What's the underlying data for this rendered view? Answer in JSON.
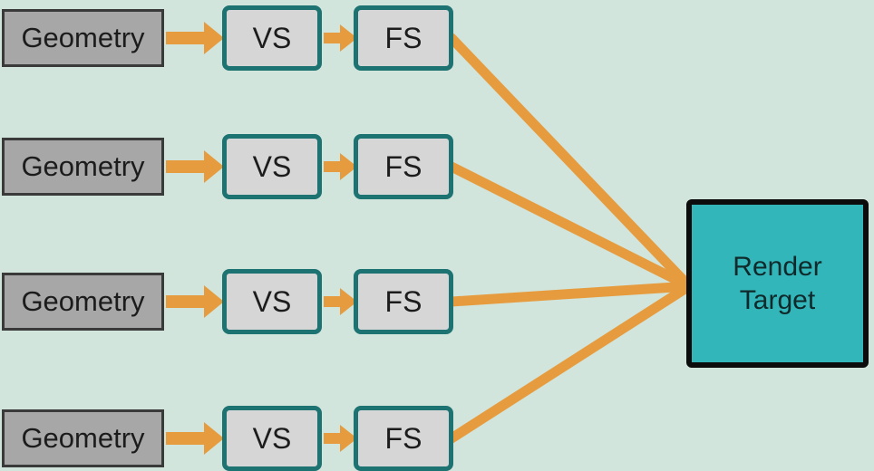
{
  "diagram": {
    "description": "Parallel rendering pipeline diagram: four geometry streams pass through vertex and fragment shaders into one render target",
    "rows": [
      {
        "geometry_label": "Geometry",
        "vs_label": "VS",
        "fs_label": "FS"
      },
      {
        "geometry_label": "Geometry",
        "vs_label": "VS",
        "fs_label": "FS"
      },
      {
        "geometry_label": "Geometry",
        "vs_label": "VS",
        "fs_label": "FS"
      },
      {
        "geometry_label": "Geometry",
        "vs_label": "VS",
        "fs_label": "FS"
      }
    ],
    "render_target": {
      "label": "Render\nTarget"
    },
    "colors": {
      "background": "#d2e5dc",
      "arrow": "#e69c3e",
      "geometry_fill": "#a7a7a7",
      "geometry_border": "#3a3a3a",
      "shader_fill": "#d6d6d6",
      "shader_border": "#1c7372",
      "render_target_fill": "#32b6ba",
      "render_target_border": "#0c0c0c",
      "label_text": "#1c1c1c",
      "render_target_text": "#10292b"
    }
  }
}
